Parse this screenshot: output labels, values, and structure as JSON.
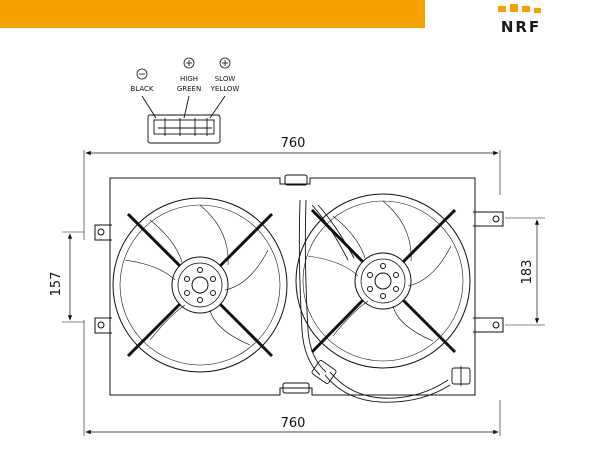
{
  "brand": {
    "name": "NRF",
    "accent": "#F6A100"
  },
  "connector": {
    "pins": [
      {
        "symbol": "⊖",
        "wire_top": "",
        "wire_bottom": "BLACK"
      },
      {
        "symbol": "⊕",
        "wire_top": "HIGH",
        "wire_bottom": "GREEN"
      },
      {
        "symbol": "⊕",
        "wire_top": "SLOW",
        "wire_bottom": "YELLOW"
      }
    ]
  },
  "dimensions": {
    "top_width": "760",
    "bottom_width": "760",
    "left_height": "157",
    "right_height": "183"
  }
}
